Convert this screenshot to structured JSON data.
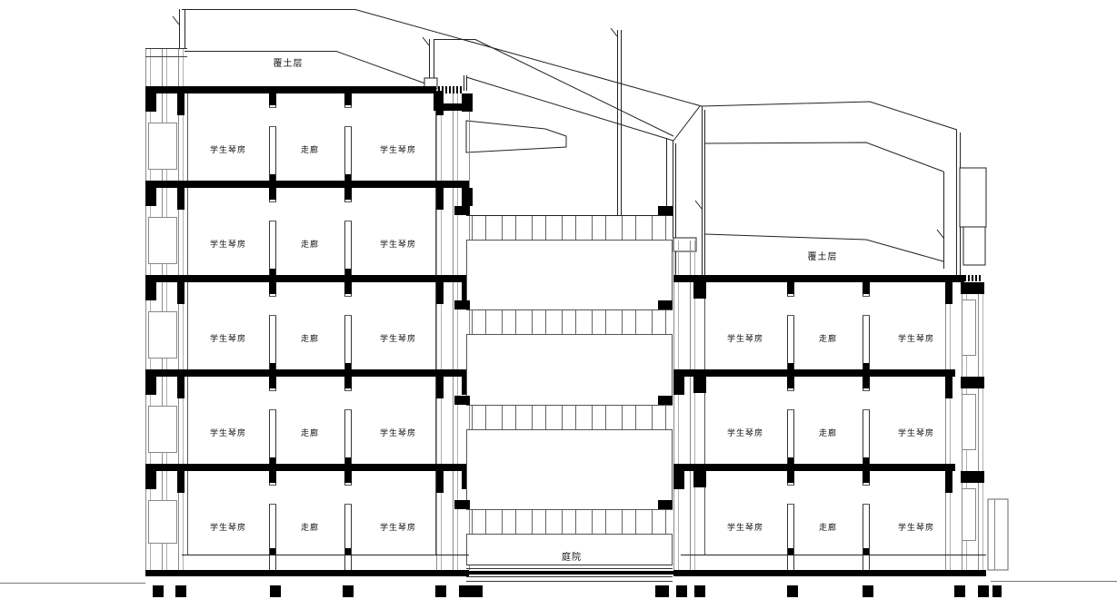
{
  "colors": {
    "line": "#1a1a1a",
    "solid_fill": "#000000",
    "background": "#ffffff"
  },
  "labels": {
    "soil_left": "覆土层",
    "soil_right": "覆土层",
    "courtyard": "庭院"
  },
  "room_types": {
    "piano_room": "学生琴房",
    "corridor": "走廊"
  },
  "left_tower": {
    "floors": [
      {
        "rooms": [
          "学生琴房",
          "走廊",
          "学生琴房"
        ]
      },
      {
        "rooms": [
          "学生琴房",
          "走廊",
          "学生琴房"
        ]
      },
      {
        "rooms": [
          "学生琴房",
          "走廊",
          "学生琴房"
        ]
      },
      {
        "rooms": [
          "学生琴房",
          "走廊",
          "学生琴房"
        ]
      },
      {
        "rooms": [
          "学生琴房",
          "走廊",
          "学生琴房"
        ]
      }
    ]
  },
  "right_tower": {
    "floors": [
      {
        "rooms": [
          "学生琴房",
          "走廊",
          "学生琴房"
        ]
      },
      {
        "rooms": [
          "学生琴房",
          "走廊",
          "学生琴房"
        ]
      },
      {
        "rooms": [
          "学生琴房",
          "走廊",
          "学生琴房"
        ]
      }
    ]
  }
}
